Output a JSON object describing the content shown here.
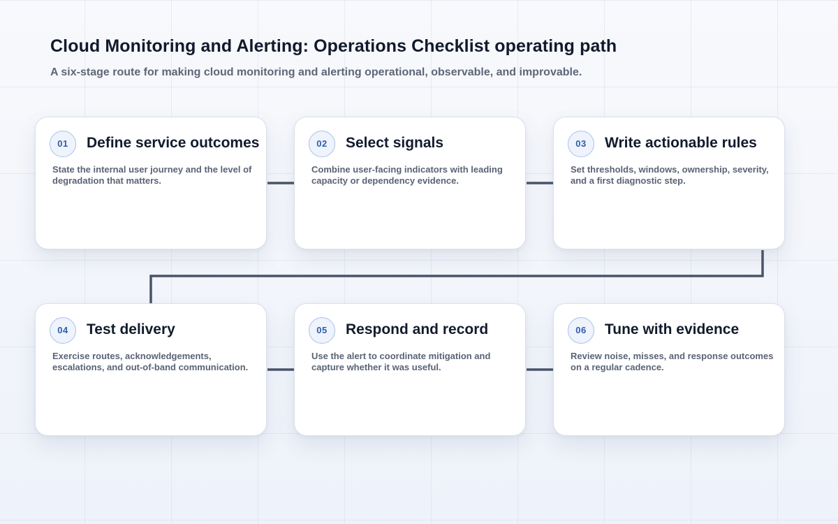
{
  "header": {
    "title": "Cloud Monitoring and Alerting: Operations Checklist operating path",
    "subtitle": "A six-stage route for making cloud monitoring and alerting operational, observable, and improvable."
  },
  "colors": {
    "connector": "#4a5568",
    "badge_text": "#2f5ea8",
    "badge_border": "#a9c1ea",
    "card_border": "#d9e0ec",
    "title_text": "#111a2c",
    "body_text": "#5a6375"
  },
  "steps": [
    {
      "number": "01",
      "title": "Define service outcomes",
      "description": "State the internal user journey and the level of degradation that matters."
    },
    {
      "number": "02",
      "title": "Select signals",
      "description": "Combine user-facing indicators with leading capacity or dependency evidence."
    },
    {
      "number": "03",
      "title": "Write actionable rules",
      "description": "Set thresholds, windows, ownership, severity, and a first diagnostic step."
    },
    {
      "number": "04",
      "title": "Test delivery",
      "description": "Exercise routes, acknowledgements, escalations, and out-of-band communication."
    },
    {
      "number": "05",
      "title": "Respond and record",
      "description": "Use the alert to coordinate mitigation and capture whether it was useful."
    },
    {
      "number": "06",
      "title": "Tune with evidence",
      "description": "Review noise, misses, and response outcomes on a regular cadence."
    }
  ]
}
